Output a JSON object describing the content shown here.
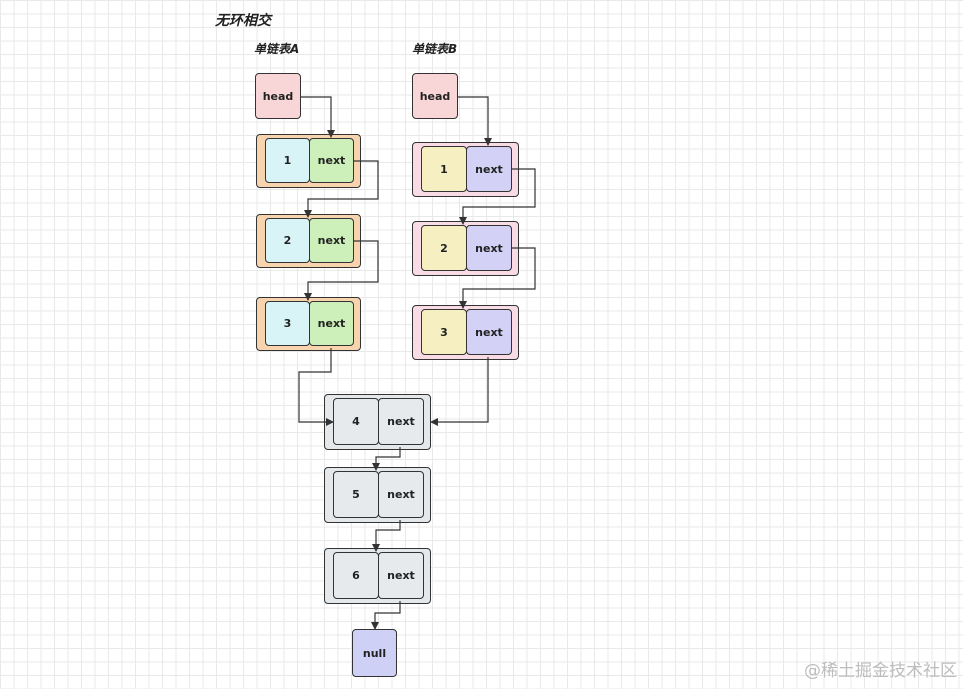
{
  "title": "无环相交",
  "list_a": {
    "label": "单链表A",
    "head": "head",
    "nodes": [
      {
        "value": "1",
        "next": "next"
      },
      {
        "value": "2",
        "next": "next"
      },
      {
        "value": "3",
        "next": "next"
      }
    ]
  },
  "list_b": {
    "label": "单链表B",
    "head": "head",
    "nodes": [
      {
        "value": "1",
        "next": "next"
      },
      {
        "value": "2",
        "next": "next"
      },
      {
        "value": "3",
        "next": "next"
      }
    ]
  },
  "shared": {
    "nodes": [
      {
        "value": "4",
        "next": "next"
      },
      {
        "value": "5",
        "next": "next"
      },
      {
        "value": "6",
        "next": "next"
      }
    ],
    "terminal": "null"
  },
  "watermark": "@稀土掘金技术社区",
  "colors": {
    "head_fill": "#f8d6d7",
    "list_a_outer": "#f7d3ae",
    "list_a_value": "#d9f4f6",
    "list_a_next": "#cdefb9",
    "list_b_outer": "#f9dbe6",
    "list_b_value": "#f6efc1",
    "list_b_next": "#d3d2f6",
    "shared_fill": "#e6eaec",
    "null_fill": "#cfd0f6"
  }
}
